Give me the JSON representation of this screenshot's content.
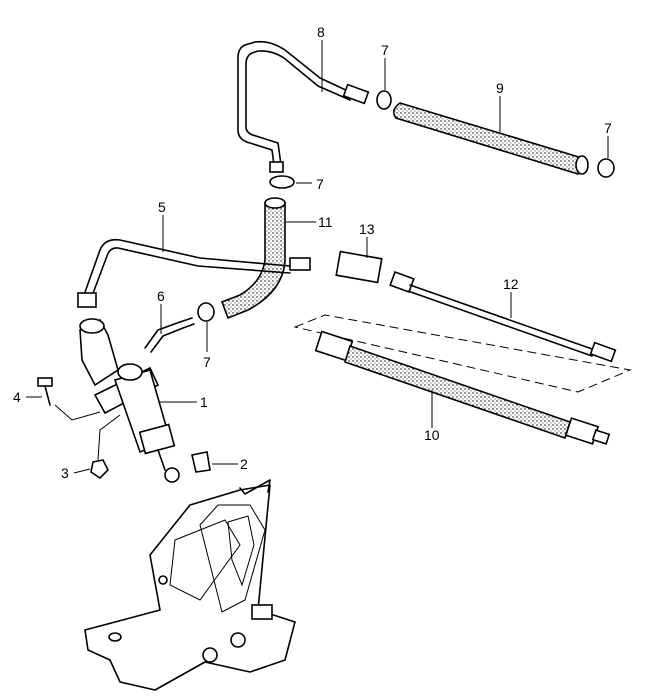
{
  "diagram": {
    "callouts": {
      "c1": "1",
      "c2": "2",
      "c3": "3",
      "c4": "4",
      "c5": "5",
      "c6": "6",
      "c7a": "7",
      "c7b": "7",
      "c7c": "7",
      "c7d": "7",
      "c8": "8",
      "c9": "9",
      "c10": "10",
      "c11": "11",
      "c12": "12",
      "c13": "13"
    }
  }
}
